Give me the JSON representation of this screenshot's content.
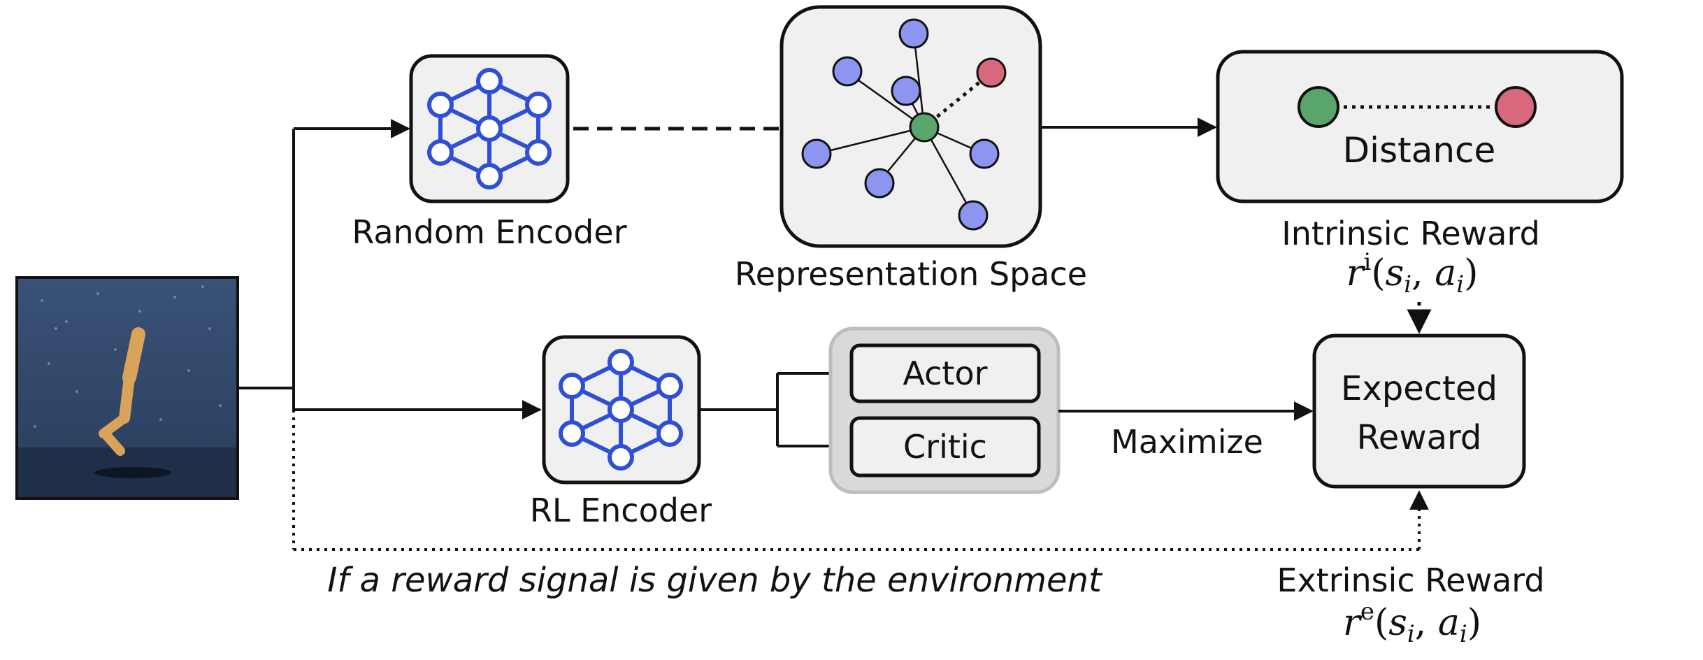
{
  "labels": {
    "random_encoder": "Random Encoder",
    "representation_space": "Representation Space",
    "distance": "Distance",
    "intrinsic_reward": "Intrinsic Reward",
    "rl_encoder": "RL Encoder",
    "actor": "Actor",
    "critic": "Critic",
    "maximize": "Maximize",
    "expected_reward_line1": "Expected",
    "expected_reward_line2": "Reward",
    "extrinsic_reward": "Extrinsic Reward",
    "condition_note": "If a reward signal is given by the environment"
  },
  "formulas": {
    "intrinsic": {
      "symbol": "r",
      "superscript": "i",
      "args": "(s",
      "sub1": "i",
      "mid": ", a",
      "sub2": "i",
      "close": ")"
    },
    "extrinsic": {
      "symbol": "r",
      "superscript": "e",
      "args": "(s",
      "sub1": "i",
      "mid": ", a",
      "sub2": "i",
      "close": ")"
    }
  },
  "icons": {
    "observation": "robot-hopper-image",
    "encoder": "neural-network-icon"
  },
  "colors": {
    "network_blue": "#2e4fd6",
    "node_purple": "#8c96f0",
    "node_green": "#5aa56b",
    "node_red": "#d9677e",
    "box_fill": "#f0f0f0",
    "actor_critic_group": "#d9d9d9"
  }
}
